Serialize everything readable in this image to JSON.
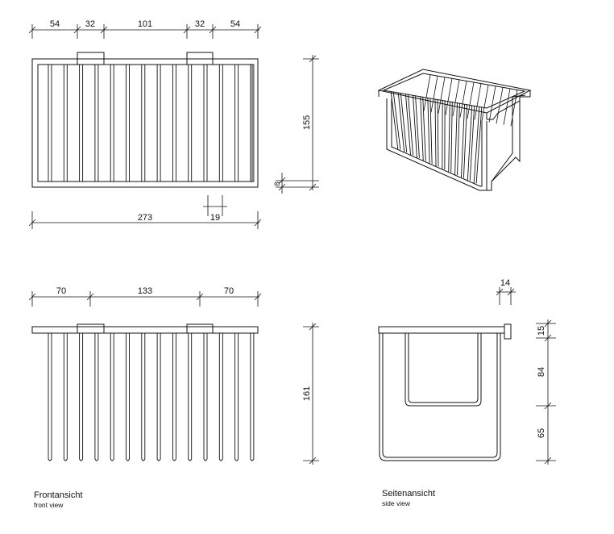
{
  "top_view": {
    "dims_top": [
      "54",
      "32",
      "101",
      "32",
      "54"
    ],
    "dim_height": "155",
    "dim_small": "8",
    "dim_bar": "19",
    "dim_width": "273"
  },
  "front_view": {
    "dims_top": [
      "70",
      "133",
      "70"
    ],
    "dim_height": "161",
    "caption_de": "Frontansicht",
    "caption_en": "front view"
  },
  "side_view": {
    "dim_depth": "14",
    "dims_right": [
      "15",
      "84",
      "65"
    ],
    "caption_de": "Seitenansicht",
    "caption_en": "side view"
  }
}
